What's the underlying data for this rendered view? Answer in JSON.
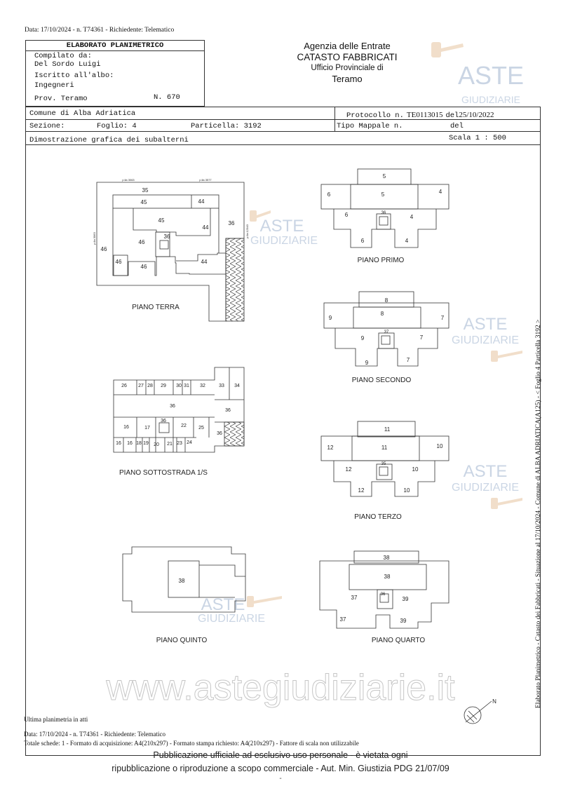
{
  "top_line": "Data: 17/10/2024 - n. T74361 - Richiedente: Telematico",
  "elaborato": {
    "title": "ELABORATO PLANIMETRICO",
    "compilato_label": "Compilato da:",
    "compilato_value": "Del Sordo Luigi",
    "iscritto_label": "Iscritto all'albo:",
    "iscritto_value": "Ingegneri",
    "prov": "Prov. Teramo",
    "numero": "N. 670"
  },
  "agency": {
    "name": "Agenzia delle Entrate",
    "catasto": "CATASTO FABBRICATI",
    "ufficio": "Ufficio Provinciale di",
    "city": "Teramo"
  },
  "info": {
    "comune": "Comune di Alba Adriatica",
    "sezione": "Sezione:",
    "foglio": "Foglio: 4",
    "particella": "Particella: 3192",
    "protocollo_label": "Protocollo n.",
    "protocollo_value": "TE0113015",
    "del_label": "del",
    "protocollo_date": "25/10/2022",
    "tipo_mappale": "Tipo Mappale n.",
    "tipo_del": "del",
    "dimostrazione": "Dimostrazione grafica dei subalterni",
    "scala": "Scala 1 : 500"
  },
  "plans": {
    "terra": {
      "title": "PIANO TERRA",
      "labels": [
        "35",
        "45",
        "44",
        "45",
        "44",
        "36",
        "36",
        "46",
        "46",
        "46",
        "46",
        "44"
      ],
      "plle": [
        "p.lla 3063",
        "p.lla 3577",
        "p.lla 3063",
        "p.lla 12343"
      ]
    },
    "primo": {
      "title": "PIANO PRIMO",
      "labels": [
        "5",
        "5",
        "6",
        "4",
        "36",
        "6",
        "4",
        "6",
        "4"
      ]
    },
    "secondo": {
      "title": "PIANO SECONDO",
      "labels": [
        "8",
        "8",
        "9",
        "7",
        "37",
        "9",
        "7",
        "9",
        "7"
      ]
    },
    "terzo": {
      "title": "PIANO TERZO",
      "labels": [
        "11",
        "11",
        "12",
        "10",
        "35",
        "12",
        "10",
        "12",
        "10"
      ]
    },
    "sottostrada": {
      "title": "PIANO SOTTOSTRADA 1/S",
      "labels": [
        "26",
        "27",
        "28",
        "29",
        "30",
        "31",
        "32",
        "33",
        "34",
        "36",
        "36",
        "16",
        "17",
        "36",
        "22",
        "25",
        "36",
        "16",
        "16",
        "18",
        "19",
        "20",
        "21",
        "23",
        "24"
      ]
    },
    "quinto": {
      "title": "PIANO QUINTO",
      "labels": [
        "38"
      ]
    },
    "quarto": {
      "title": "PIANO QUARTO",
      "labels": [
        "38",
        "38",
        "36",
        "37",
        "39",
        "37",
        "39"
      ]
    }
  },
  "side_text": "Elaborato Planimetrico - Catasto dei Fabbricati - Situazione al 17/10/2024 - Comune di ALBA ADRIATICA(A125) - < Foglio 4 Particella 3192 >",
  "north_label": "N",
  "watermark": {
    "aste": "ASTE",
    "giudiziarie": "GIUDIZIARIE",
    "site": "www.astegiudiziarie.it"
  },
  "footer": {
    "ultima": "Ultima planimetria in atti",
    "data": "Data: 17/10/2024 - n. T74361 - Richiedente: Telematico",
    "totale": "Totale schede: 1 - Formato di acquisizione: A4(210x297)  - Formato stampa richiesto: A4(210x297) - Fattore di scala non utilizzabile",
    "pub1": "Pubblicazione ufficiale ad esclusivo uso personale - è vietata ogni",
    "pub2": "ripubblicazione o riproduzione a scopo commerciale - Aut. Min. Giustizia PDG 21/07/09",
    "dash": "-"
  }
}
